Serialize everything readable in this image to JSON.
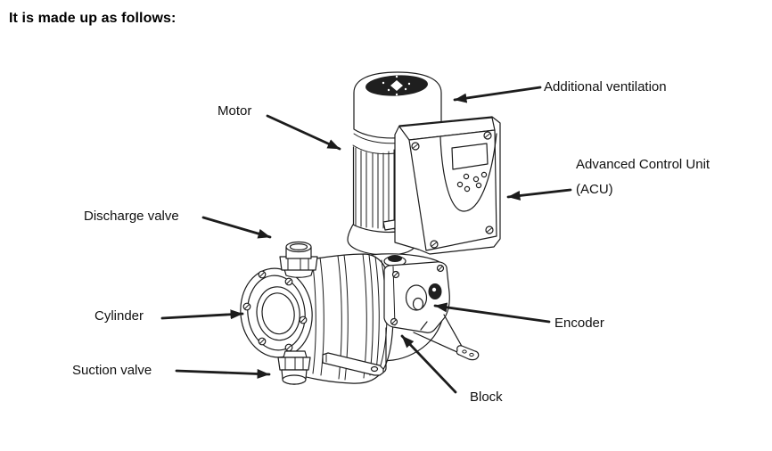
{
  "title": "It is made up as follows:",
  "colors": {
    "ink": "#1c1c1c",
    "background": "#ffffff"
  },
  "diagram_labels": {
    "motor": "Motor",
    "additional_ventilation": "Additional ventilation",
    "advanced_control_unit_line1": "Advanced Control Unit",
    "advanced_control_unit_line2": "(ACU)",
    "discharge_valve": "Discharge valve",
    "cylinder": "Cylinder",
    "suction_valve": "Suction valve",
    "encoder": "Encoder",
    "block": "Block"
  }
}
